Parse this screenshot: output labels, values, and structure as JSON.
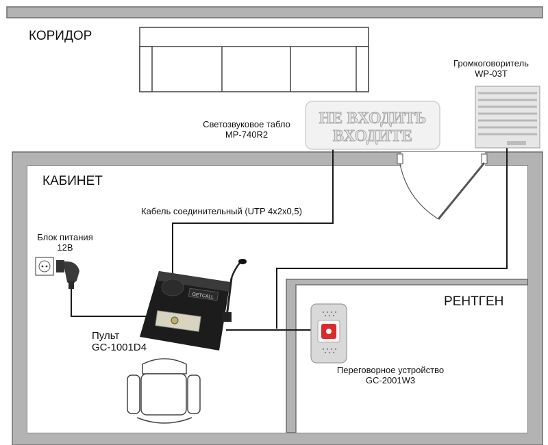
{
  "rooms": {
    "corridor": "КОРИДОР",
    "cabinet": "КАБИНЕТ",
    "xray": "РЕНТГЕН"
  },
  "devices": {
    "speaker": {
      "name": "Громкоговоритель",
      "model": "WP-03T"
    },
    "sign": {
      "name": "Светозвуковое табло",
      "model": "MP-740R2",
      "line1": "НЕ  ВХОДИТЬ",
      "line2": "ВХОДИТЕ"
    },
    "power": {
      "name": "Блок питания",
      "model": "12В"
    },
    "console": {
      "name": "Пульт",
      "model": "GC-1001D4",
      "brand": "GETCALL"
    },
    "intercom": {
      "name": "Переговорное устройство",
      "model": "GC-2001W3"
    }
  },
  "cable_label": "Кабель соединительный (UTP 4х2х0,5)",
  "colors": {
    "wall": "#8c8c8c",
    "wall_fill": "#b3b3b3",
    "cable": "#1a1a1a",
    "console": "#1c1c1c",
    "intercom_button": "#d92b2b"
  }
}
